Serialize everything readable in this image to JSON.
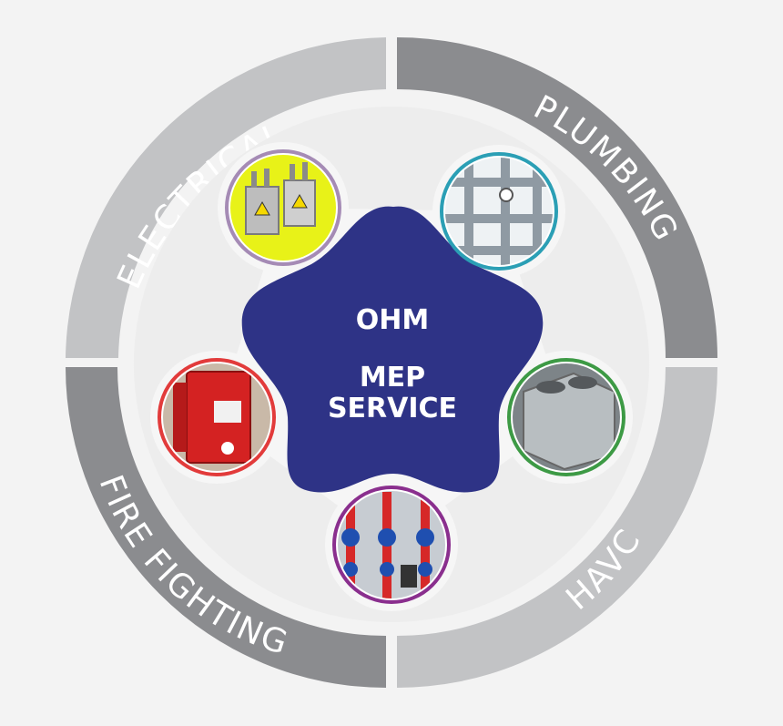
{
  "center": {
    "line1": "OHM",
    "line2": "MEP",
    "line3": "SERVICE"
  },
  "ring_segments": [
    {
      "label": "ELECTRICAL",
      "color": "#c2c3c5"
    },
    {
      "label": "PLUMBING",
      "color": "#8b8c8f"
    },
    {
      "label": "HAVC",
      "color": "#c2c3c5"
    },
    {
      "label": "FIRE FIGHTING",
      "color": "#8b8c8f"
    }
  ],
  "nodes": [
    {
      "topic": "electrical-transformers",
      "border": "#a58bb5",
      "fill": "#e8f218"
    },
    {
      "topic": "plumbing-pipes",
      "border": "#2b9fb5",
      "fill": "#eef2f4"
    },
    {
      "topic": "hvac-unit",
      "border": "#3d9a45",
      "fill": "#9aa0a3"
    },
    {
      "topic": "fire-pump-valves",
      "border": "#8a2f8e",
      "fill": "#c7ccd2"
    },
    {
      "topic": "fire-alarm-pull-station",
      "border": "#e23b3b",
      "fill": "#c9b9a8"
    }
  ],
  "colors": {
    "background": "#f3f3f3",
    "inner_disc": "#efefef",
    "star": "#2e3386",
    "center_text": "#ffffff",
    "ring_text": "#ffffff"
  }
}
